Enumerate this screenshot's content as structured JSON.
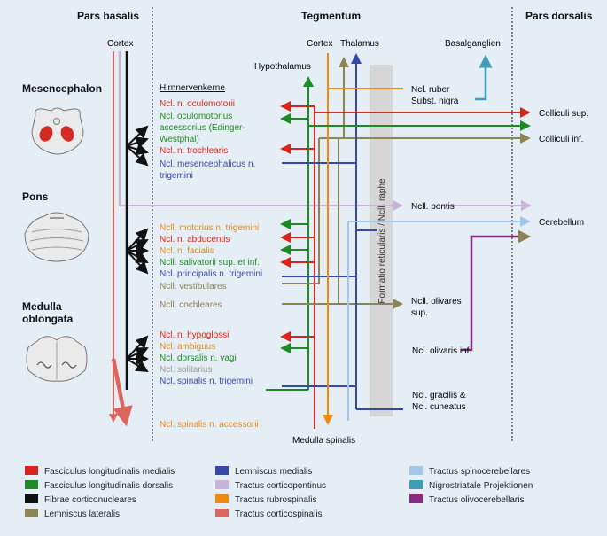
{
  "headers": {
    "basalis": "Pars basalis",
    "tegmentum": "Tegmentum",
    "dorsalis": "Pars dorsalis"
  },
  "top_labels": {
    "cortex_left": "Cortex",
    "cortex_mid": "Cortex",
    "thalamus": "Thalamus",
    "hypothalamus": "Hypothalamus",
    "basalganglien": "Basalganglien"
  },
  "levels": {
    "mes": "Mesencephalon",
    "pons": "Pons",
    "med1": "Medulla",
    "med2": "oblongata"
  },
  "nuclei_heading": "Hirnnervenkerne",
  "nuclei": [
    {
      "text": "Ncl. n. oculomotorii",
      "color": "#d7261e"
    },
    {
      "text": "Ncl. oculomotorius",
      "color": "#1e8a26"
    },
    {
      "text": "accessorius (Edinger-",
      "color": "#1e8a26"
    },
    {
      "text": "Westphal)",
      "color": "#1e8a26"
    },
    {
      "text": "Ncl. n. trochlearis",
      "color": "#d7261e"
    },
    {
      "text": "Ncl. mesencephalicus n.",
      "color": "#3848a8"
    },
    {
      "text": "trigemini",
      "color": "#3848a8"
    },
    {
      "text": "Ncll. motorius n. trigemini",
      "color": "#f0890f"
    },
    {
      "text": "Ncl. n. abducentis",
      "color": "#d7261e"
    },
    {
      "text": "Ncl. n. facialis",
      "color": "#f0890f"
    },
    {
      "text": "Ncll. salivatorii sup. et inf.",
      "color": "#1e8a26"
    },
    {
      "text": "Ncl. principalis n. trigemini",
      "color": "#3848a8"
    },
    {
      "text": "Ncll. vestibulares",
      "color": "#8b8456"
    },
    {
      "text": "Ncll. cochleares",
      "color": "#8b8456"
    },
    {
      "text": "Ncl. n. hypoglossi",
      "color": "#d7261e"
    },
    {
      "text": "Ncl. ambiguus",
      "color": "#f0890f"
    },
    {
      "text": "Ncl. dorsalis n. vagi",
      "color": "#1e8a26"
    },
    {
      "text": "Ncl. solitarius",
      "color": "#999999"
    },
    {
      "text": "Ncl. spinalis n. trigemini",
      "color": "#3848a8"
    },
    {
      "text": "Ncl. spinalis n. accessorii",
      "color": "#f0890f"
    }
  ],
  "right_labels": {
    "ruber1": "Ncl. ruber",
    "ruber2": "Subst. nigra",
    "coll_sup": "Colliculi sup.",
    "coll_inf": "Colliculi inf.",
    "pontis": "Ncll. pontis",
    "cerebellum": "Cerebellum",
    "oliv_sup1": "Ncll. olivares",
    "oliv_sup2": "sup.",
    "oliv_inf": "Ncl. olivaris inf.",
    "grac1": "Ncl. gracilis &",
    "grac2": "Ncl. cuneatus",
    "med_spin": "Medulla spinalis"
  },
  "formatio": "Formatio reticularis / Ncll. raphe",
  "legend": [
    {
      "label": "Fasciculus longitudinalis medialis",
      "color": "#d7261e"
    },
    {
      "label": "Fasciculus longitudinalis dorsalis",
      "color": "#1e8a26"
    },
    {
      "label": "Fibrae corticonucleares",
      "color": "#111111"
    },
    {
      "label": "Lemniscus lateralis",
      "color": "#8b8456"
    },
    {
      "label": "Lemniscus medialis",
      "color": "#3848a8"
    },
    {
      "label": "Tractus corticopontinus",
      "color": "#c9b3d8"
    },
    {
      "label": "Tractus rubrospinalis",
      "color": "#f0890f"
    },
    {
      "label": "Tractus corticospinalis",
      "color": "#d9675d"
    },
    {
      "label": "Tractus spinocerebellares",
      "color": "#a3c6ea"
    },
    {
      "label": "Nigrostriatale Projektionen",
      "color": "#3c9fb5"
    },
    {
      "label": "Tractus olivocerebellaris",
      "color": "#882a82"
    }
  ]
}
